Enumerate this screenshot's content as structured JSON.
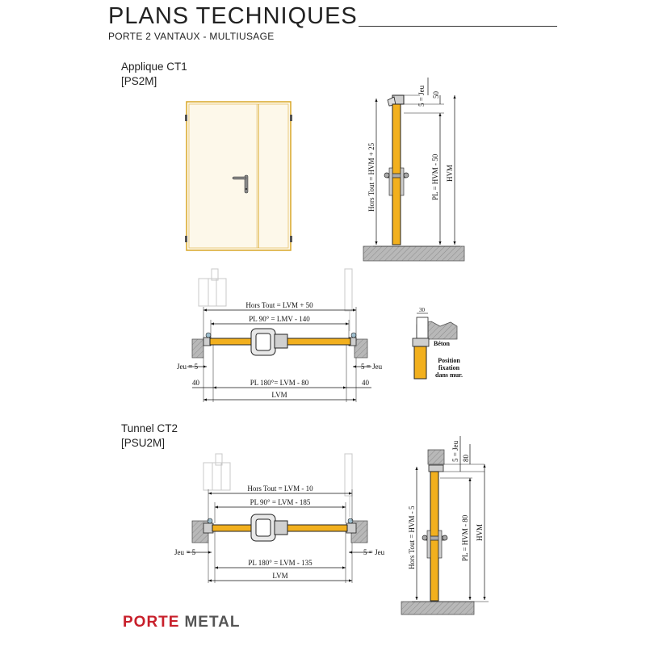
{
  "header": {
    "title": "PLANS TECHNIQUES",
    "subtitle": "PORTE 2 VANTAUX  - MULTIUSAGE"
  },
  "section1": {
    "name": "Applique CT1",
    "code": "[PS2M]",
    "side": {
      "jeu": "5 = Jeu",
      "top": "50",
      "overall": "Hors Tout = HVM + 25",
      "pl": "PL = HVM - 50",
      "hvm": "HVM"
    },
    "plan": {
      "overall": "Hors Tout = LVM + 50",
      "pl90": "PL  90° = LMV - 140",
      "jeu_left": "Jeu = 5",
      "jeu_right": "5 = Jeu",
      "side_left": "40",
      "side_right": "40",
      "pl180": "PL  180°= LVM - 80",
      "lvm": "LVM"
    },
    "detail": {
      "dim": "30",
      "beton": "Béton",
      "note": [
        "Position",
        "fixation",
        "dans mur."
      ]
    }
  },
  "section2": {
    "name": "Tunnel CT2",
    "code": "[PSU2M]",
    "side": {
      "jeu": "5 = Jeu",
      "top": "80",
      "overall": "Hors Tout = HVM - 5",
      "pl": "PL = HVM - 80",
      "hvm": "HVM"
    },
    "plan": {
      "overall": "Hors Tout = LVM - 10",
      "pl90": "PL  90° = LVM - 185",
      "jeu_left": "Jeu = 5",
      "jeu_right": "5 = Jeu",
      "pl180": "PL  180° = LVM - 135",
      "lvm": "LVM"
    }
  },
  "brand": {
    "part1": "PORTE",
    "part2": "METAL"
  },
  "colors": {
    "leaf": "#f2b01e",
    "wall": "#b3b3b3",
    "line": "#222222",
    "ghost": "#c8c8c8"
  }
}
